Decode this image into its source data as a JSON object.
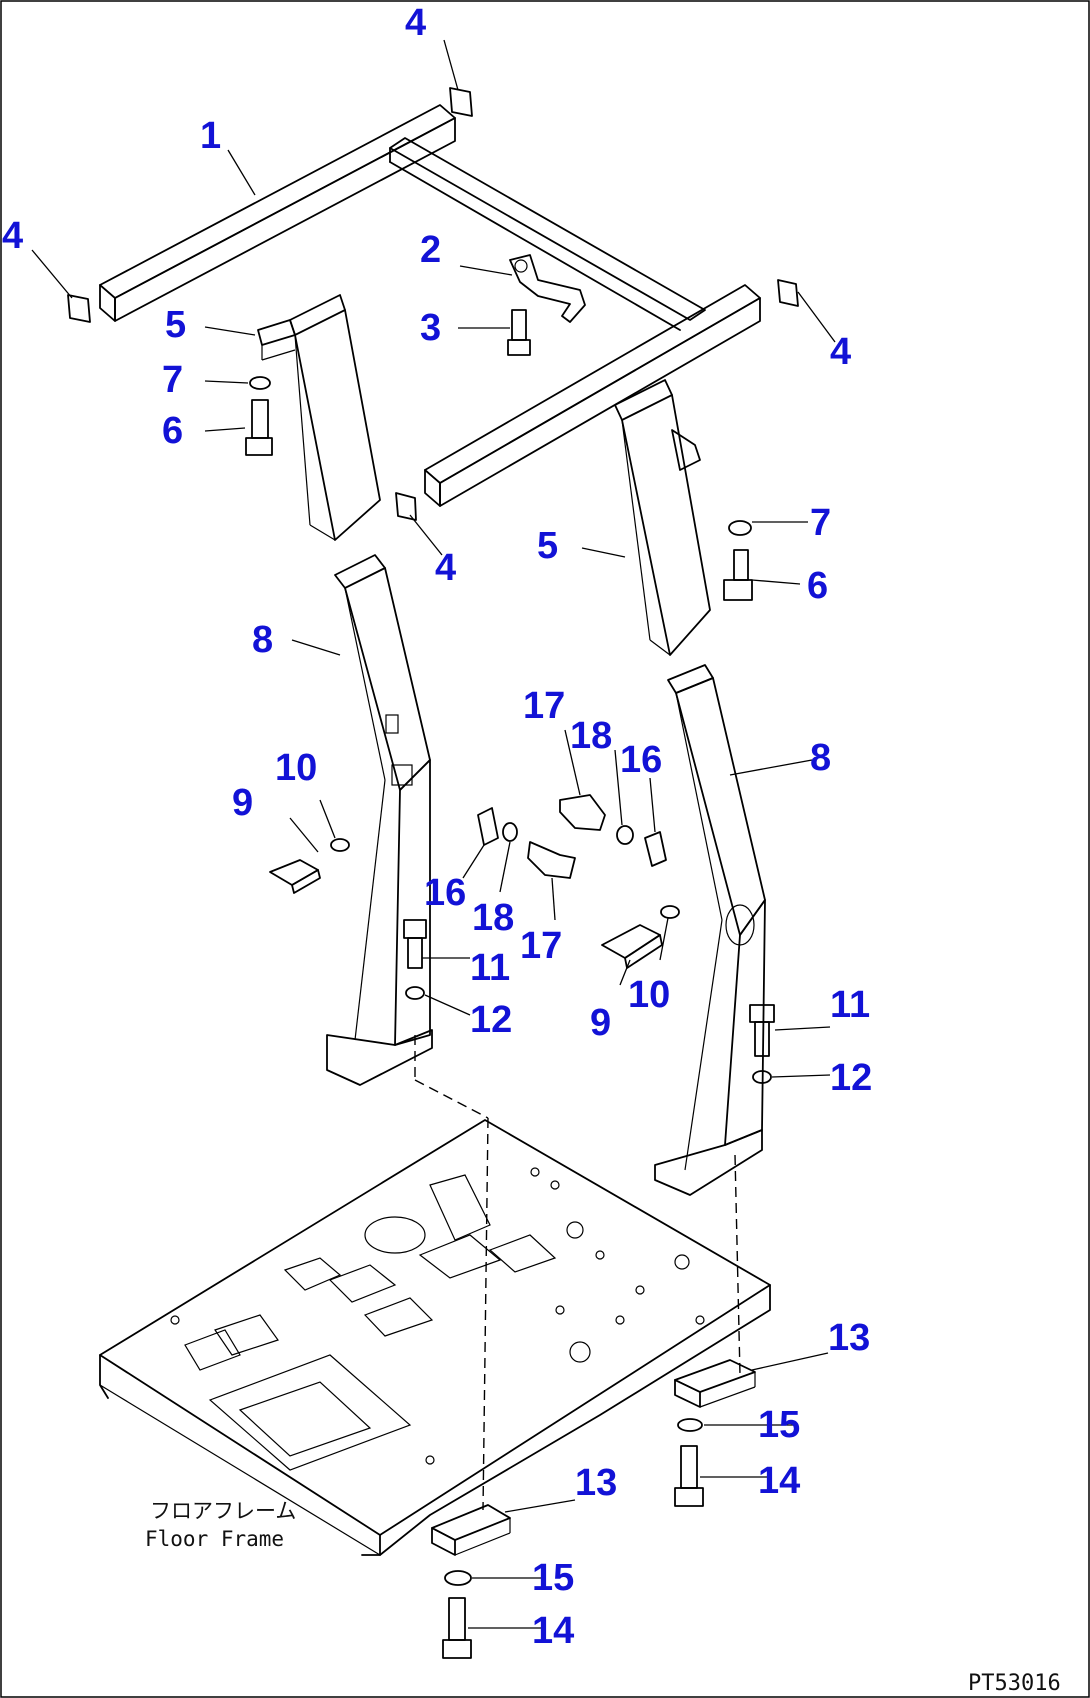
{
  "diagram": {
    "drawing_code": "PT53016",
    "caption": {
      "japanese": "フロアフレーム",
      "english": "Floor Frame"
    },
    "callouts": [
      "1",
      "2",
      "3",
      "4",
      "5",
      "6",
      "7",
      "8",
      "9",
      "10",
      "11",
      "12",
      "13",
      "14",
      "15",
      "16",
      "17",
      "18"
    ],
    "colors": {
      "callout": "#1212d6",
      "line": "#000000",
      "background": "#ffffff"
    }
  }
}
